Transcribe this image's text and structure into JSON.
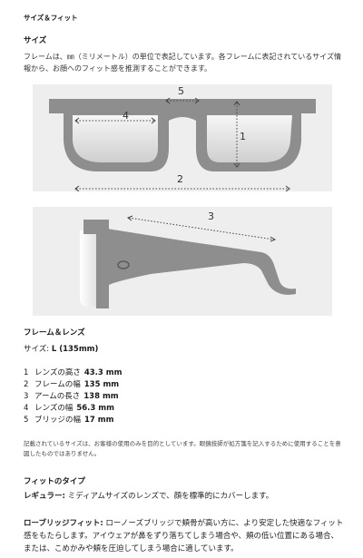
{
  "header": {
    "tab_label": "サイズ＆フィット"
  },
  "size_section": {
    "title": "サイズ",
    "intro": "フレームは、㎜（ミリメートル）の単位で表記しています。各フレームに表記されているサイズ情報から、お顔へのフィット感を推測することができます。"
  },
  "diagram_front": {
    "labels": [
      "5",
      "4",
      "1",
      "2"
    ]
  },
  "diagram_side": {
    "labels": [
      "3"
    ]
  },
  "frame_section": {
    "title": "フレーム＆レンズ",
    "size_label": "サイズ: ",
    "size_value": "L (135mm)",
    "specs": [
      {
        "num": "1",
        "label": "レンズの高さ",
        "value": "43.3 mm"
      },
      {
        "num": "2",
        "label": "フレームの幅",
        "value": "135 mm"
      },
      {
        "num": "3",
        "label": "アームの長さ",
        "value": "138 mm"
      },
      {
        "num": "4",
        "label": "レンズの幅",
        "value": "56.3 mm"
      },
      {
        "num": "5",
        "label": "ブリッジの幅",
        "value": "17 mm"
      }
    ],
    "note": "記載されているサイズは、お客様の使用のみを目的としています。眼鏡技師が処方箋を記入するために使用することを意図したものではありません。"
  },
  "fit_section": {
    "title": "フィットのタイプ",
    "regular_label": "レギュラー:",
    "regular_text": " ミディアムサイズのレンズで、顔を標準的にカバーします。",
    "lowbridge_label": "ローブリッジフィット:",
    "lowbridge_text": " ローノーズブリッジで頬骨が高い方に、より安定した快適なフィット感をもたらします。アイウェアが鼻をずり落ちてしまう場合や、頬の低い位置にある場合、または、こめかみや頬を圧迫してしまう場合に適しています。"
  },
  "colors": {
    "frame_gray": "#8e8e8e",
    "panel_bg": "#eeeeee",
    "text": "#1a1a1a"
  }
}
